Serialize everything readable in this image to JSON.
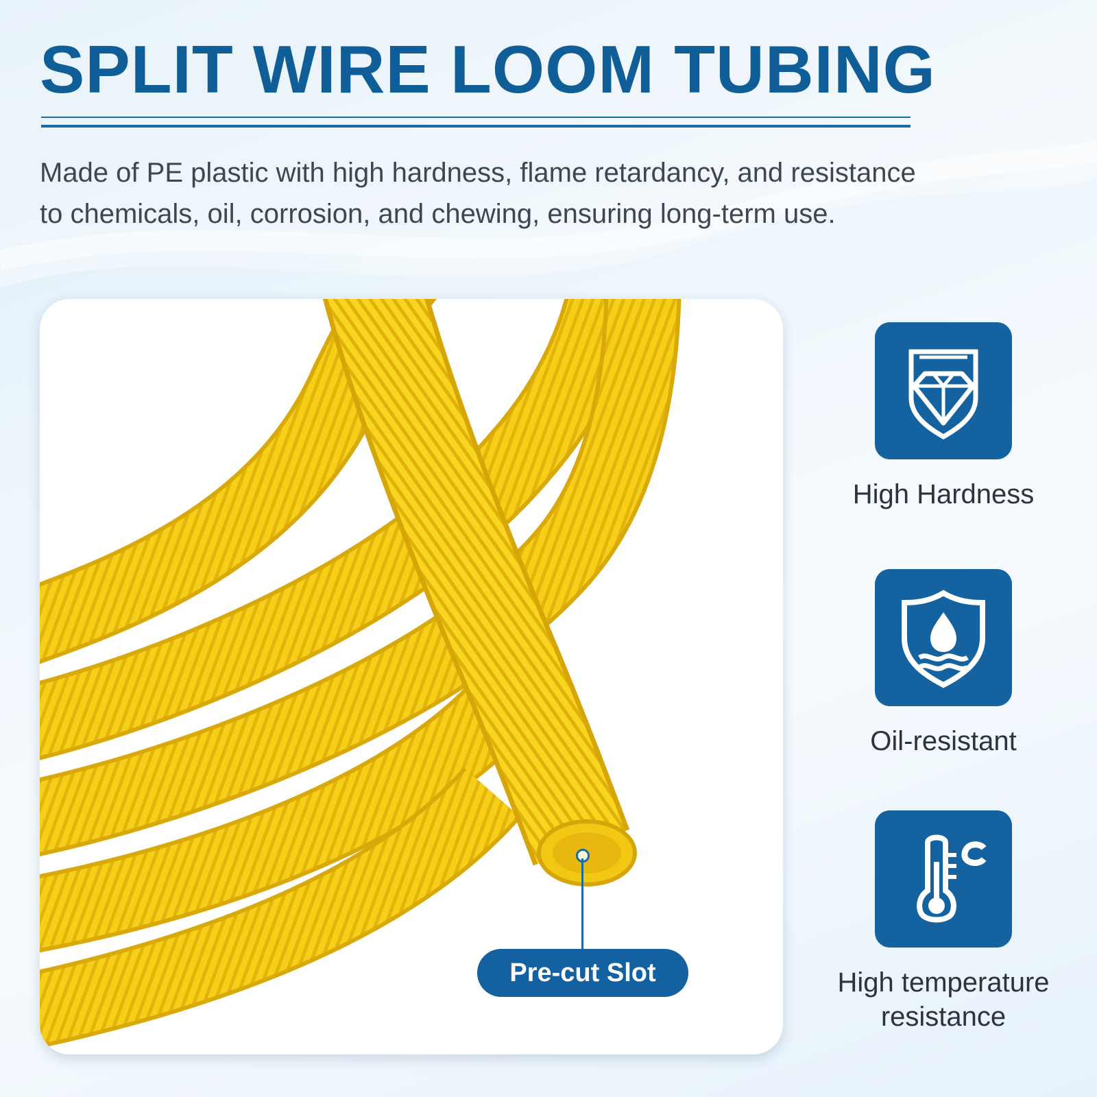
{
  "header": {
    "title": "SPLIT WIRE LOOM TUBING",
    "description": "Made of PE plastic with high hardness, flame retardancy, and resistance to chemicals, oil, corrosion, and chewing, ensuring long-term use."
  },
  "photo": {
    "callout_label": "Pre-cut Slot"
  },
  "features": [
    {
      "icon": "shield-diamond-icon",
      "label": "High Hardness"
    },
    {
      "icon": "shield-oil-drop-icon",
      "label": "Oil-resistant"
    },
    {
      "icon": "thermometer-celsius-icon",
      "label": "High temperature resistance"
    }
  ],
  "colors": {
    "brand_blue": "#1463a0",
    "title_blue": "#0f5e98",
    "tube_yellow": "#f7d11a",
    "text_gray": "#3f4650"
  }
}
